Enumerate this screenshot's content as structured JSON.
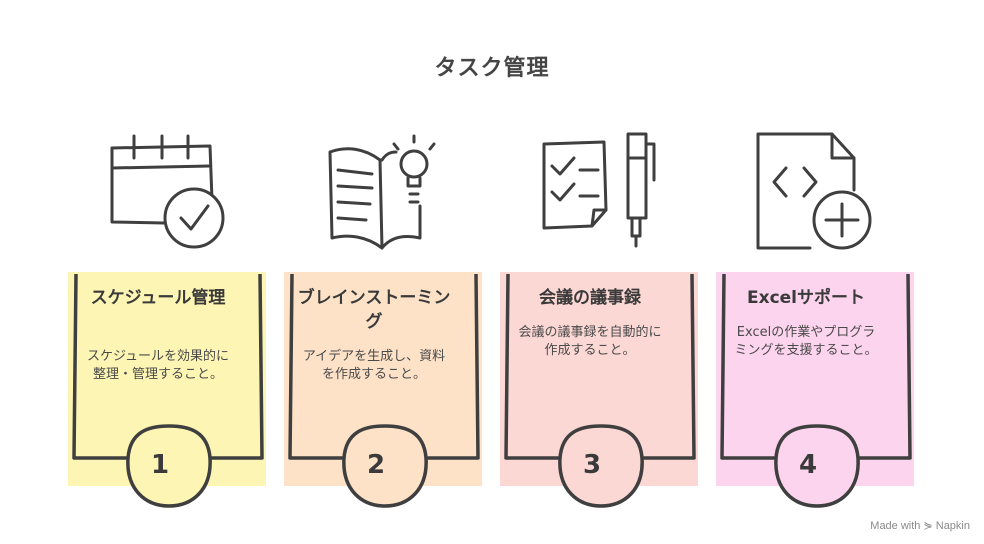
{
  "title": "タスク管理",
  "cards": [
    {
      "title": "スケジュール管理",
      "desc": "スケジュールを効果的に整理・管理すること。",
      "number": "1",
      "color": "#fdf5b3",
      "icon": "calendar-check-icon"
    },
    {
      "title": "ブレインストーミング",
      "desc": "アイデアを生成し、資料を作成すること。",
      "number": "2",
      "color": "#fde2c8",
      "icon": "book-lightbulb-icon"
    },
    {
      "title": "会議の議事録",
      "desc": "会議の議事録を自動的に作成すること。",
      "number": "3",
      "color": "#fcd8d5",
      "icon": "checklist-pen-icon"
    },
    {
      "title": "Excelサポート",
      "desc": "Excelの作業やプログラミングを支援すること。",
      "number": "4",
      "color": "#fcd4ee",
      "icon": "code-file-plus-icon"
    }
  ],
  "watermark": "Made with ⋟ Napkin"
}
